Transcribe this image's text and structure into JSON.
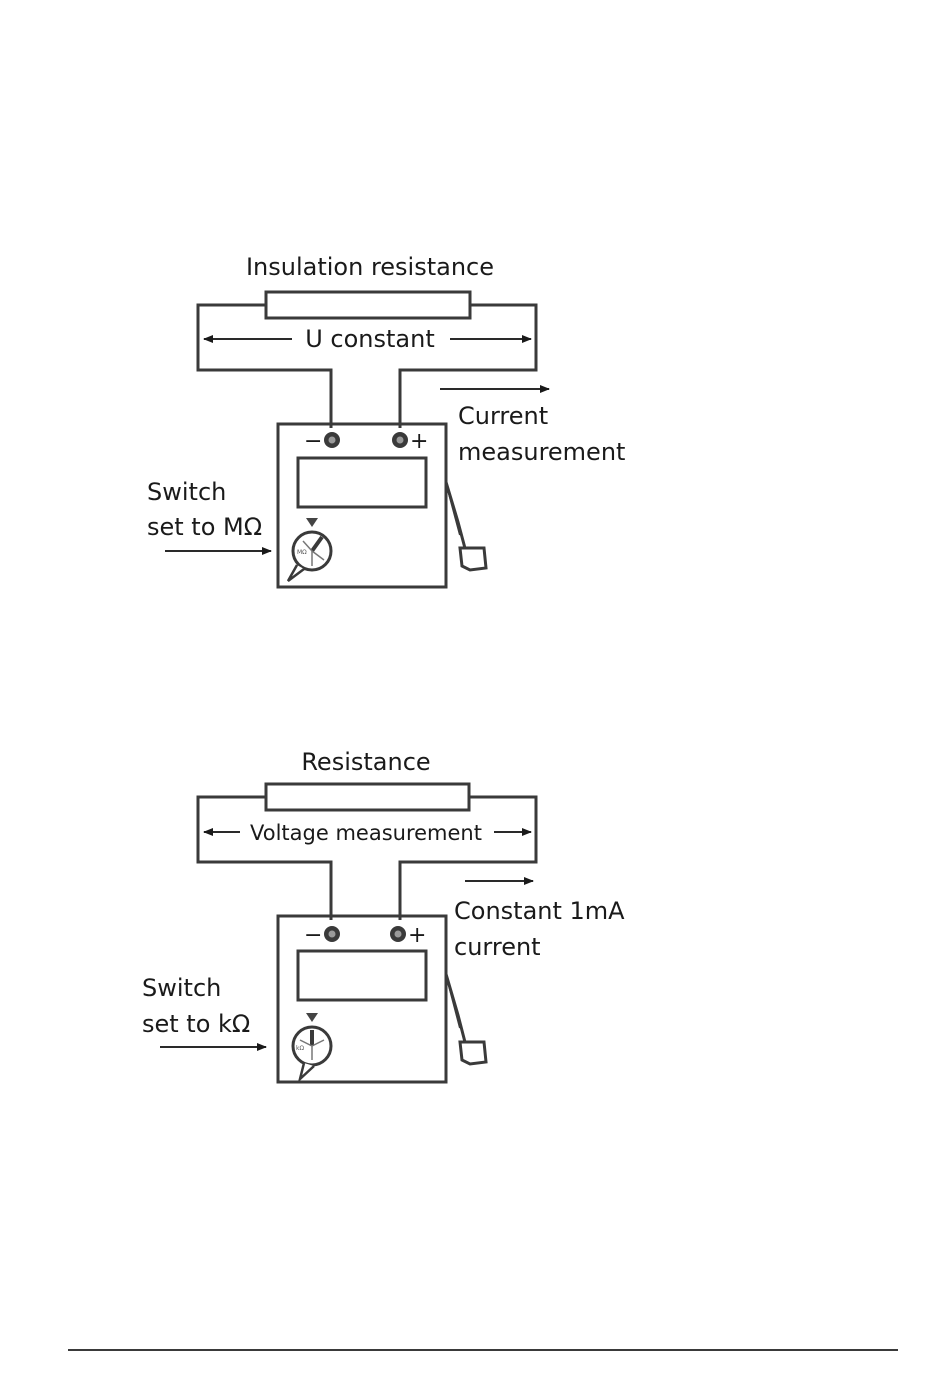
{
  "diagrams": [
    {
      "title": "Insulation resistance",
      "measurement_label": "U constant",
      "current_label_line1": "Current",
      "current_label_line2": "measurement",
      "switch_line1": "Switch",
      "switch_line2": "set to MΩ",
      "minus": "−",
      "plus": "+"
    },
    {
      "title": "Resistance",
      "measurement_label": "Voltage measurement",
      "current_label_line1": "Constant 1mA",
      "current_label_line2": "current",
      "switch_line1": "Switch",
      "switch_line2": "set to kΩ",
      "minus": "−",
      "plus": "+"
    }
  ]
}
